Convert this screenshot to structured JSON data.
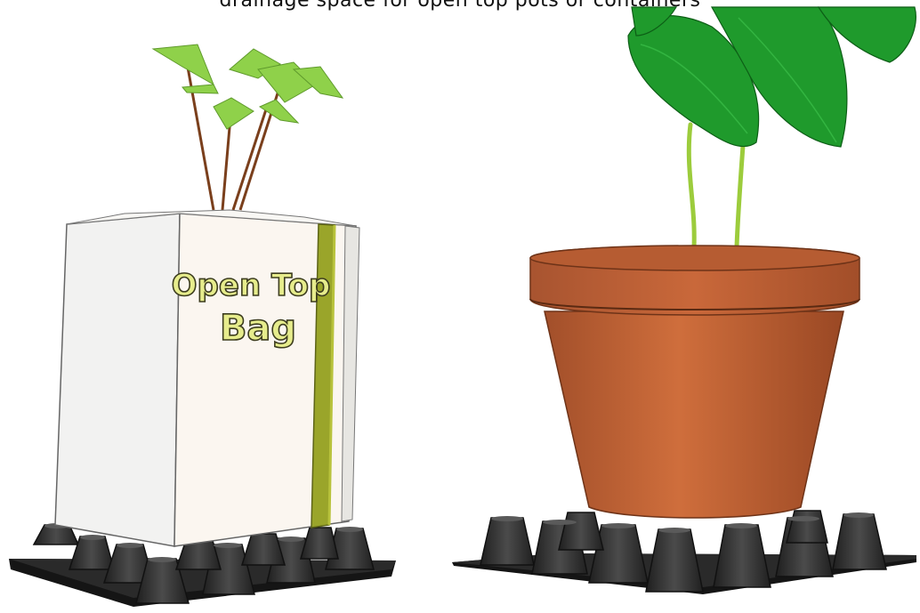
{
  "caption": "drainage space for open top pots or containers",
  "bag_label": {
    "line1": "Open Top",
    "line2": "Bag"
  },
  "colors": {
    "bag": "#f6f4ef",
    "bag_side": "#e9e7e2",
    "strap": "#9aa52a",
    "label_fill": "#e6ec8c",
    "pot": "#b85f34",
    "leaf": "#2fa83a",
    "stem": "#9ccc3c",
    "drain_cell": "#3b3b3b"
  }
}
